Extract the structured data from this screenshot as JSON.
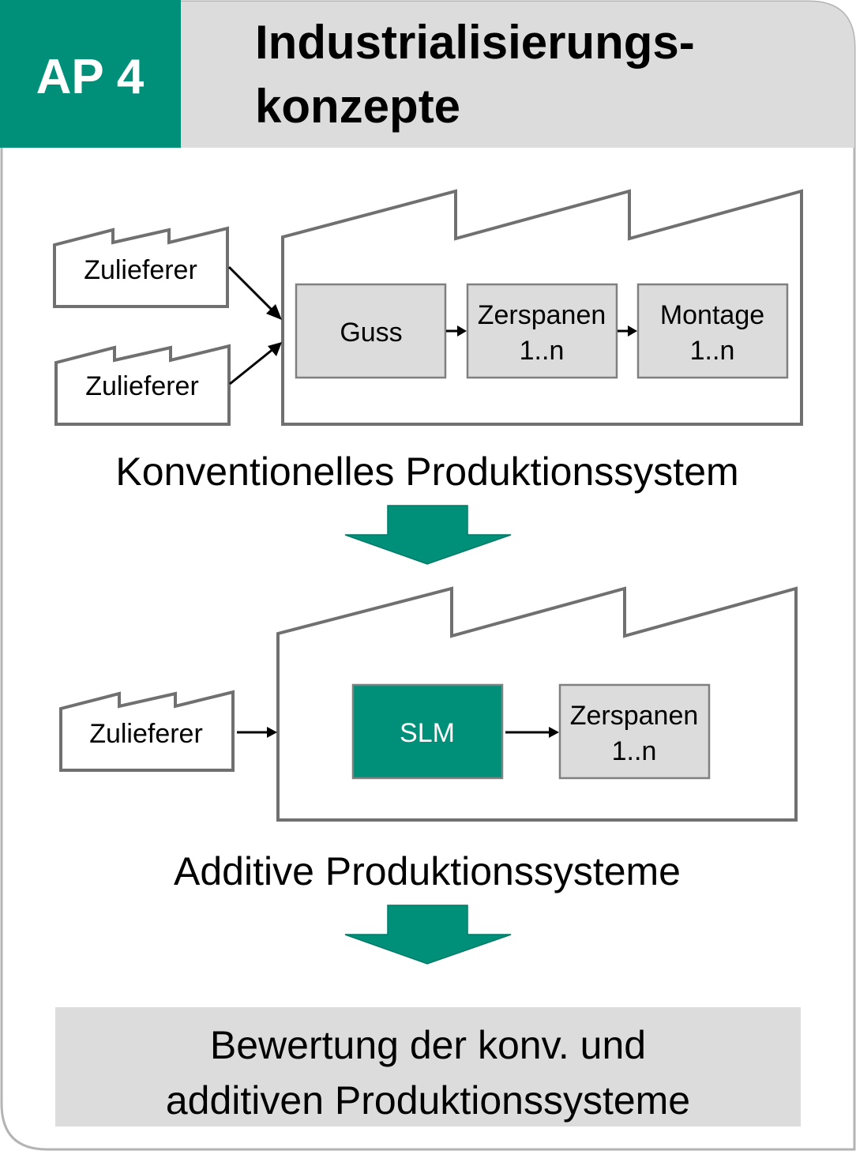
{
  "header": {
    "badge": "AP 4",
    "title_line1": "Industrialisierungs-",
    "title_line2": "konzepte"
  },
  "conventional": {
    "suppliers": [
      "Zulieferer",
      "Zulieferer"
    ],
    "steps": [
      {
        "line1": "Guss",
        "line2": ""
      },
      {
        "line1": "Zerspanen",
        "line2": "1..n"
      },
      {
        "line1": "Montage",
        "line2": "1..n"
      }
    ],
    "caption": "Konventionelles Produktionssystem"
  },
  "additive": {
    "supplier": "Zulieferer",
    "steps": [
      {
        "line1": "SLM",
        "line2": ""
      },
      {
        "line1": "Zerspanen",
        "line2": "1..n"
      }
    ],
    "caption": "Additive Produktionssysteme"
  },
  "evaluation": {
    "line1": "Bewertung der konv. und",
    "line2": "additiven Produktionssysteme"
  },
  "colors": {
    "accent": "#00907a",
    "header_bg": "#dcdcdc",
    "box_fill": "#dcdcdc",
    "box_stroke": "#808080",
    "frame_stroke": "#b4b4b4",
    "factory_stroke": "#707070"
  }
}
